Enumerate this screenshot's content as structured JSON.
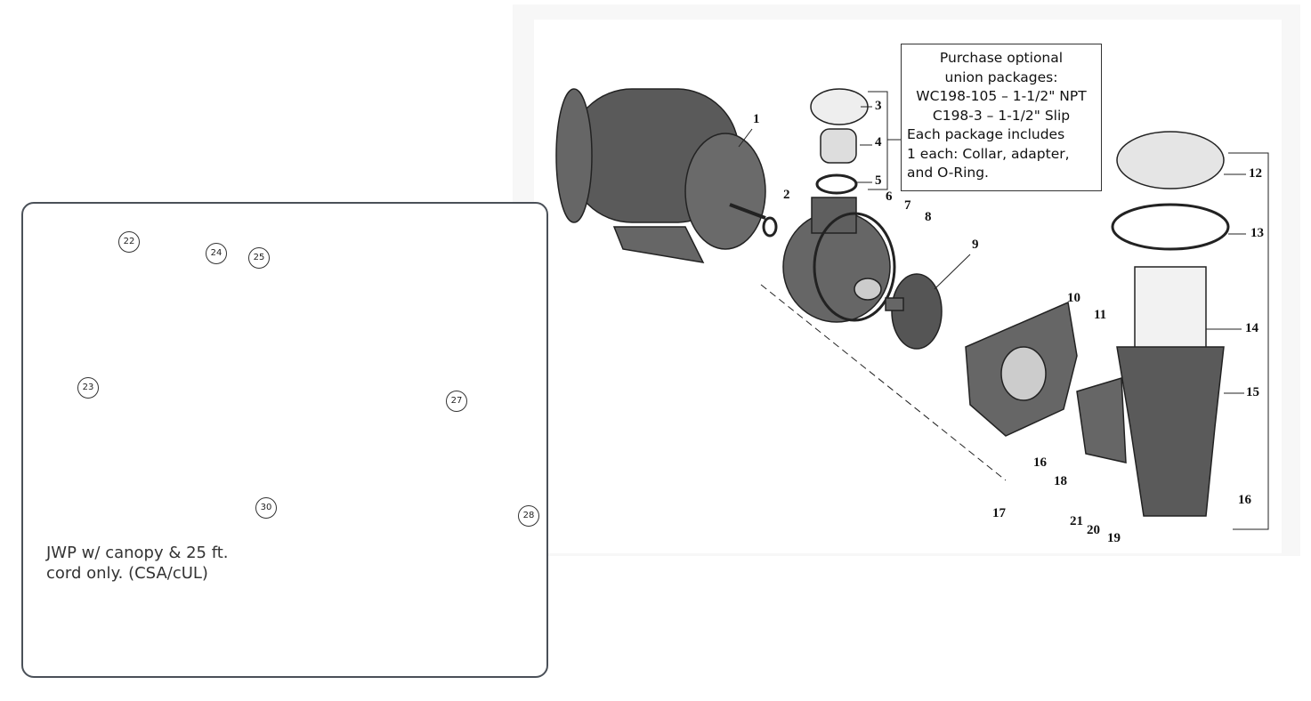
{
  "note": {
    "lines_centered": [
      "Purchase optional",
      "union packages:",
      "WC198-105 – 1-1/2\" NPT",
      "C198-3 – 1-1/2\" Slip"
    ],
    "lines_left": [
      "Each package includes",
      "1 each: Collar, adapter,",
      "and O-Ring."
    ]
  },
  "inset": {
    "caption_line1": "JWP w/ canopy & 25 ft.",
    "caption_line2": "cord only. (CSA/cUL)",
    "callouts": [
      "22",
      "24",
      "25",
      "23",
      "27",
      "30",
      "28"
    ]
  },
  "parts": [
    "1",
    "2",
    "3",
    "4",
    "5",
    "6",
    "7",
    "8",
    "9",
    "10",
    "11",
    "12",
    "13",
    "14",
    "15",
    "16",
    "16",
    "17",
    "18",
    "19",
    "20",
    "21"
  ]
}
